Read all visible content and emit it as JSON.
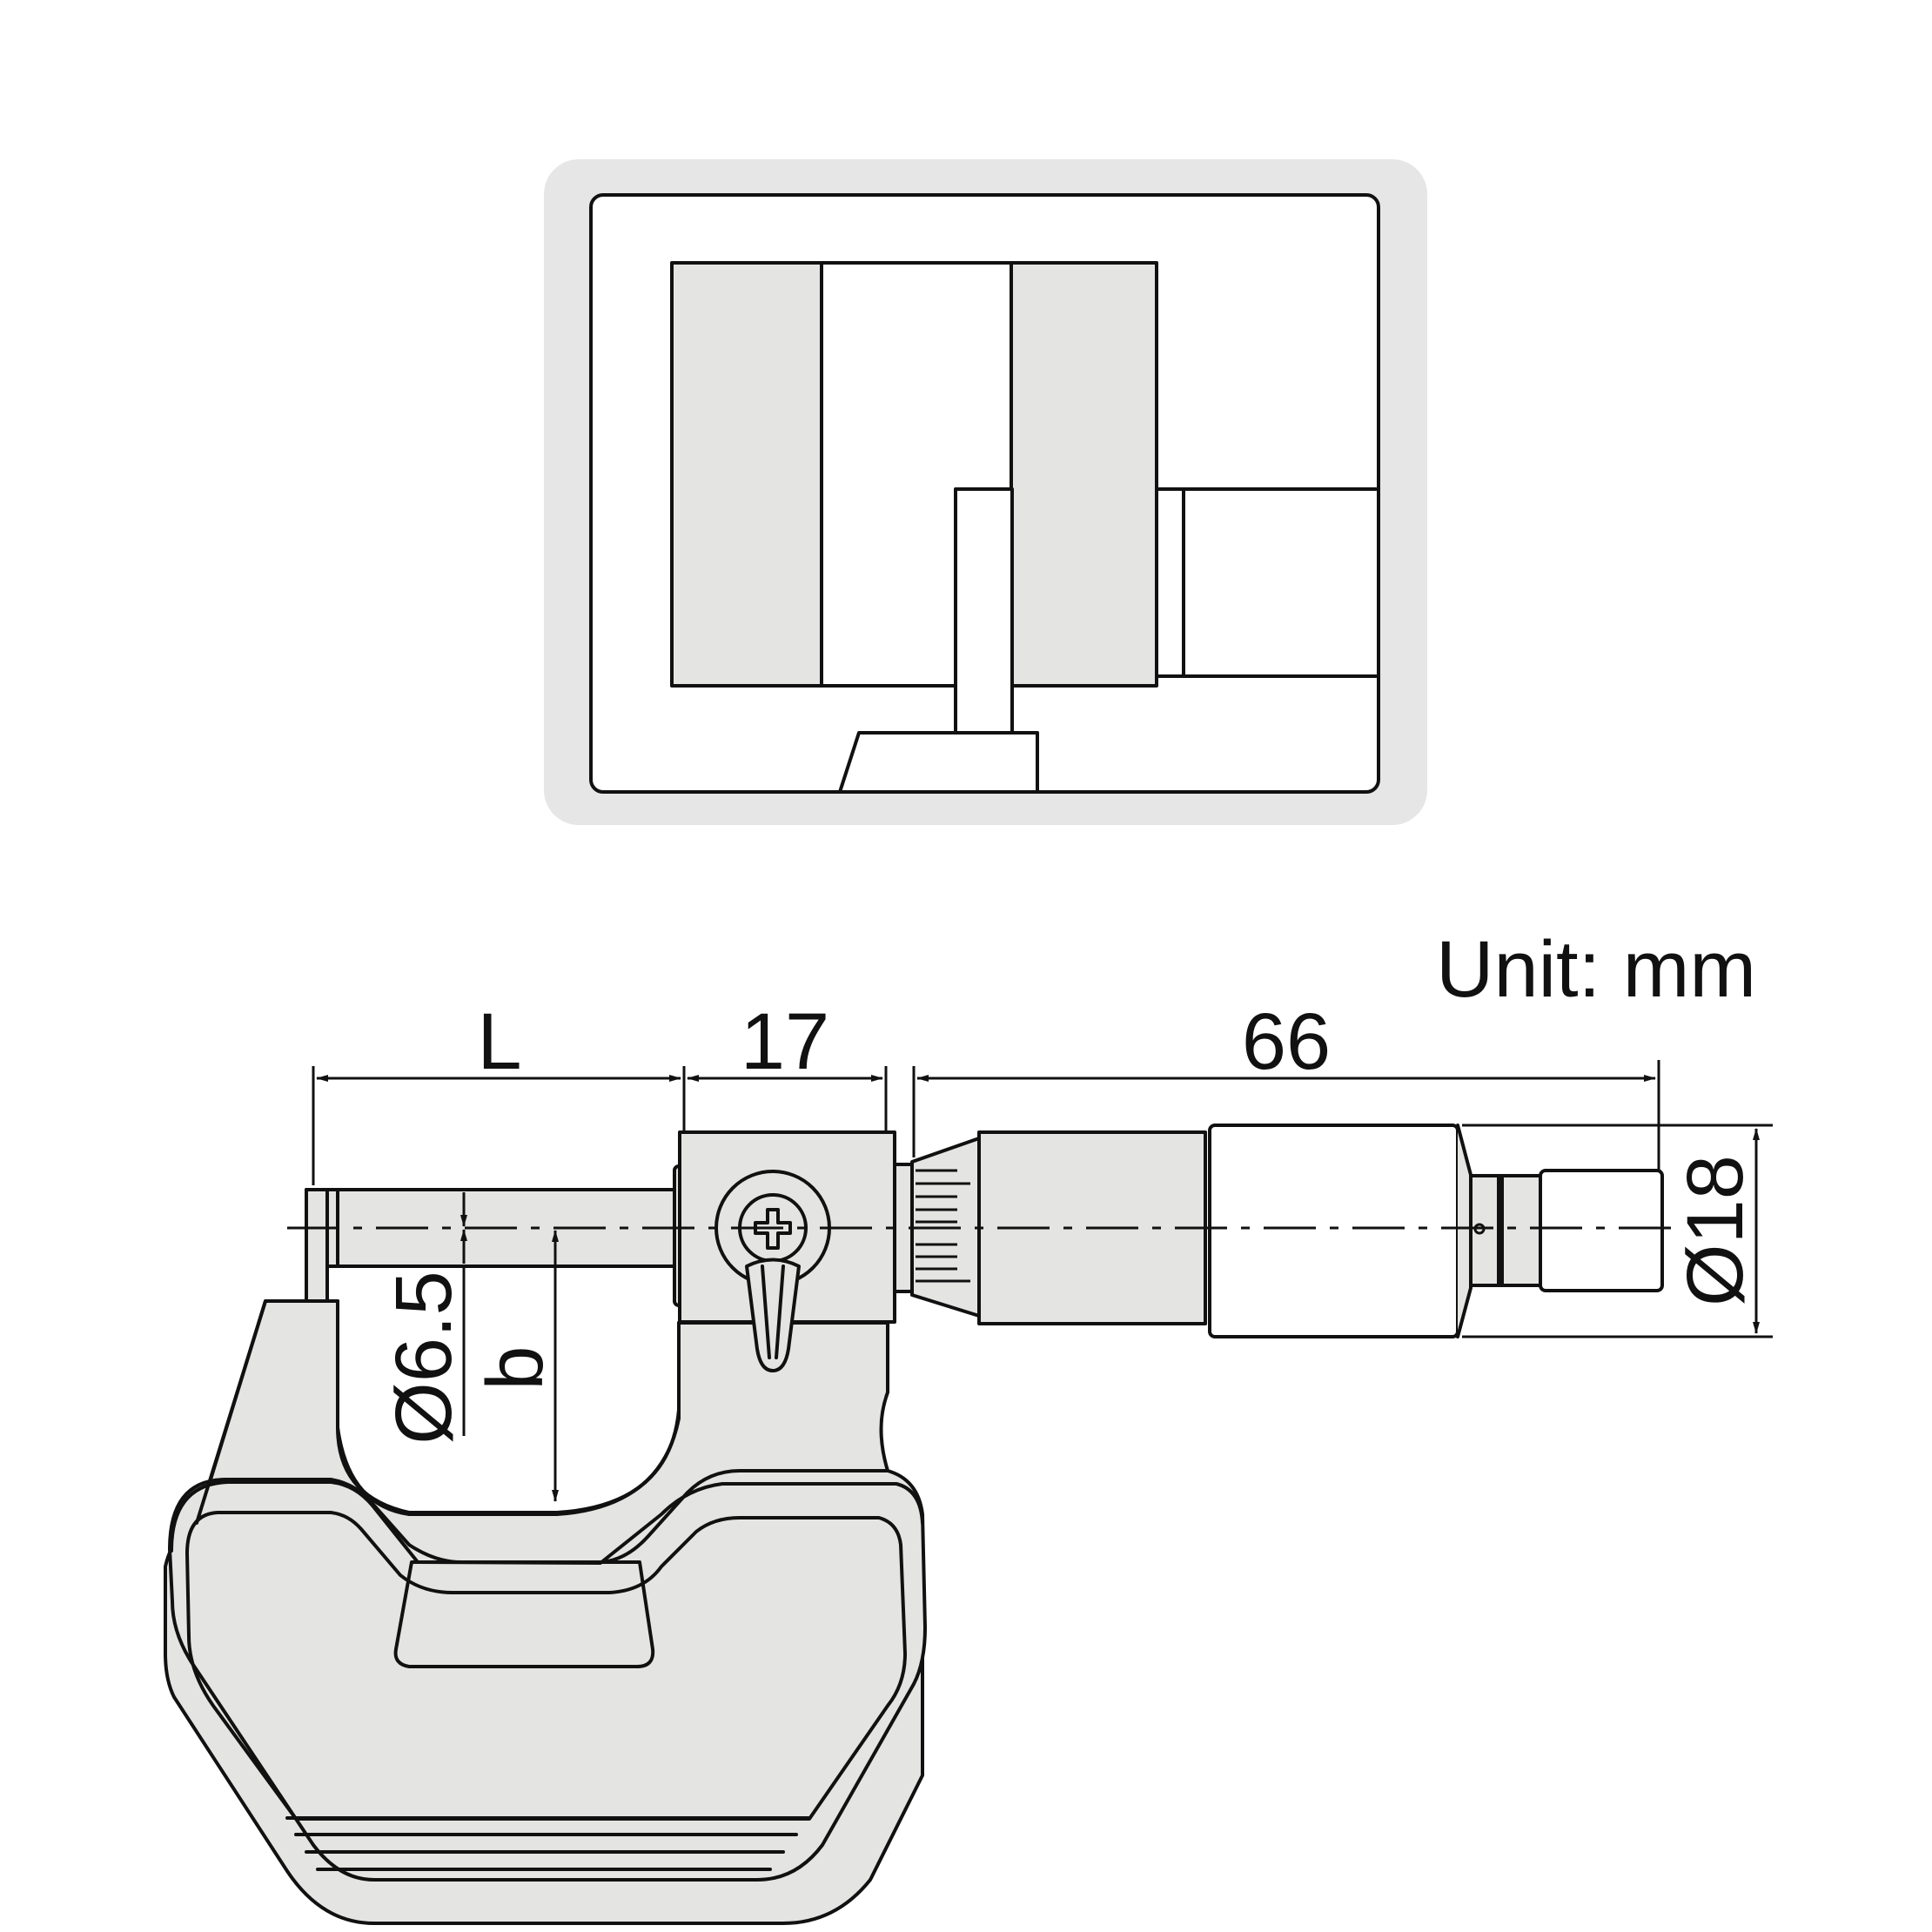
{
  "figure": {
    "unit_label": "Unit: mm",
    "dimensions": {
      "anvil_to_frame": "L",
      "sleeve_width": "17",
      "thimble_length": "66",
      "spindle_diameter": "Ø6.5",
      "throat_depth": "b",
      "thimble_diameter": "Ø18"
    },
    "colors": {
      "line": "#111111",
      "body_fill": "#e4e4e2",
      "panel_fill": "#ffffff",
      "badge_bg": "#e6e6e6"
    }
  }
}
